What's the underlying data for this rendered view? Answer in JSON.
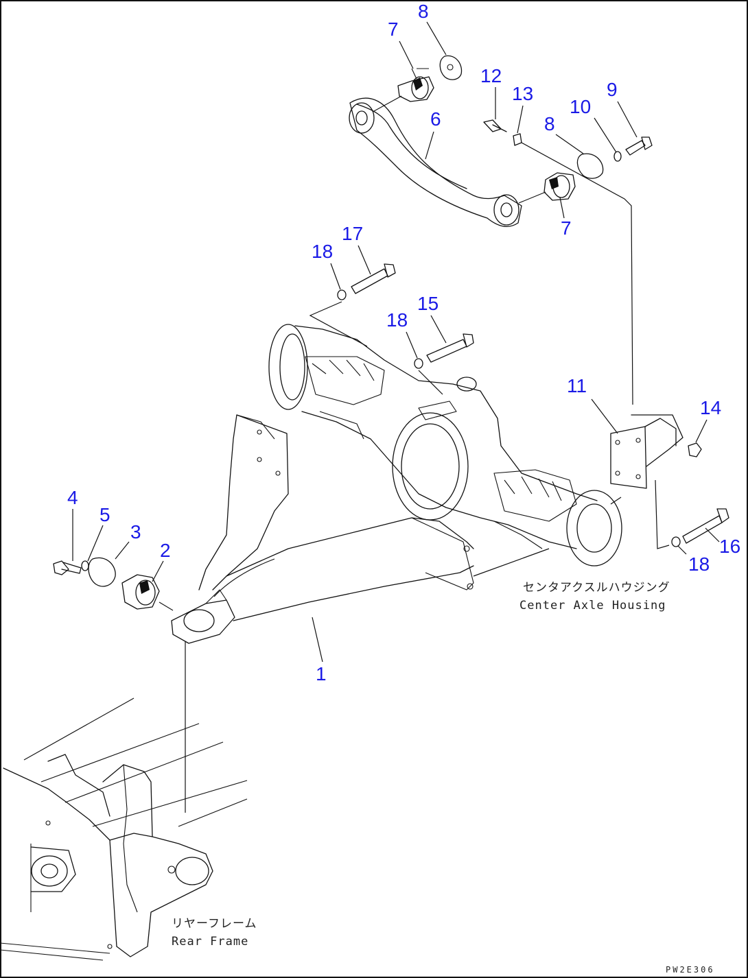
{
  "callouts": {
    "c1": "1",
    "c2": "2",
    "c3": "3",
    "c4": "4",
    "c5": "5",
    "c6": "6",
    "c7a": "7",
    "c7b": "7",
    "c8a": "8",
    "c8b": "8",
    "c9": "9",
    "c10": "10",
    "c11": "11",
    "c12": "12",
    "c13": "13",
    "c14": "14",
    "c15": "15",
    "c16": "16",
    "c17": "17",
    "c18a": "18",
    "c18b": "18",
    "c18c": "18"
  },
  "labels": {
    "axle_housing_jp": "センタアクスルハウジング",
    "axle_housing_en": "Center Axle Housing",
    "rear_frame_jp": "リヤーフレーム",
    "rear_frame_en": "Rear Frame",
    "drawing_code": "PW2E306"
  }
}
